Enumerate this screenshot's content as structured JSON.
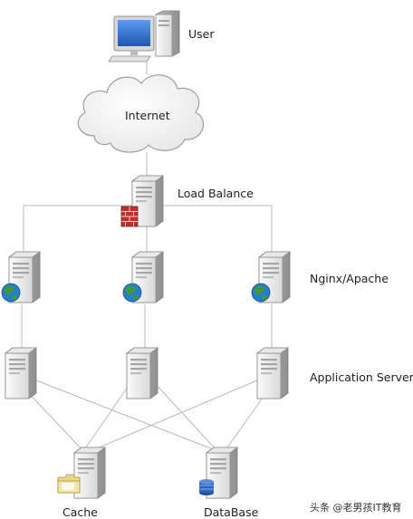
{
  "labels": {
    "user": "User",
    "internet": "Internet",
    "load_balance": "Load Balance",
    "web_tier": "Nginx/Apache",
    "app_tier": "Application Server",
    "cache": "Cache",
    "database": "DataBase"
  },
  "watermark": "头条 @老男孩IT教育",
  "colors": {
    "line": "#b9b9b9",
    "server_light": "#f2f2f2",
    "server_mid": "#cfcfcf",
    "server_dark": "#8e8e8e",
    "monitor_screen": "#2f6fd1",
    "firewall": "#c0302b",
    "globe_water": "#2a7dc9",
    "globe_land": "#3b9a3b",
    "db_disk": "#2b64b8"
  },
  "icons": [
    "desktop-computer-icon",
    "cloud-icon",
    "server-icon",
    "firewall-icon",
    "globe-icon",
    "folder-icon",
    "database-icon"
  ]
}
